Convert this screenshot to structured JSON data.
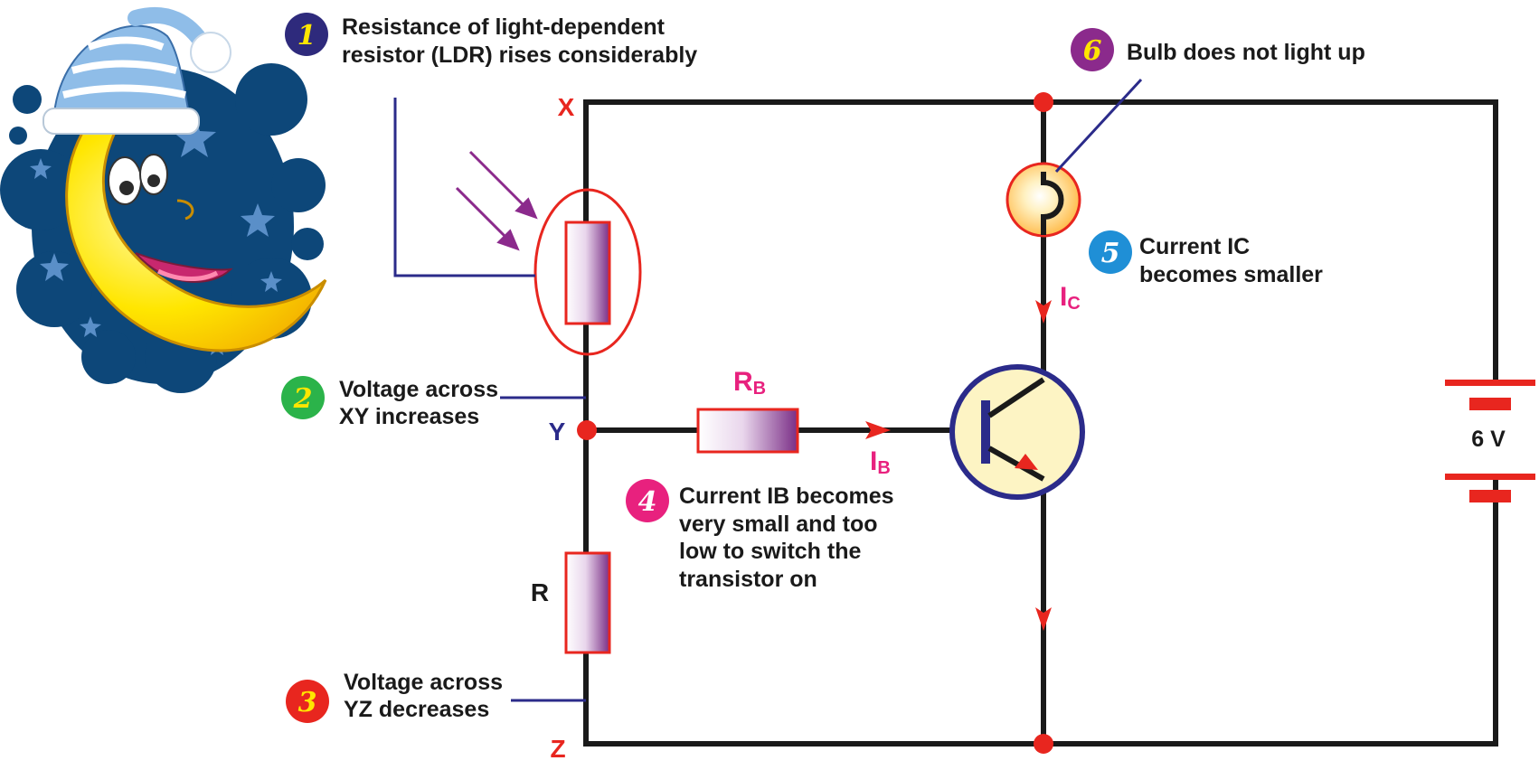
{
  "nodes": {
    "x": "X",
    "y": "Y",
    "z": "Z"
  },
  "components": {
    "rb_main": "R",
    "rb_sub": "B",
    "r": "R",
    "battery": "6 V"
  },
  "currents": {
    "ib_main": "I",
    "ib_sub": "B",
    "ic_main": "I",
    "ic_sub": "C"
  },
  "annotations": [
    {
      "number": "1",
      "lines": [
        "Resistance of light-dependent",
        "resistor (LDR) rises considerably"
      ],
      "color": "#2e2a7c"
    },
    {
      "number": "2",
      "lines": [
        "Voltage across",
        "XY increases"
      ],
      "color": "#2bb34a"
    },
    {
      "number": "3",
      "lines": [
        "Voltage across",
        "YZ decreases"
      ],
      "color": "#e8261f"
    },
    {
      "number": "4",
      "lines": [
        "Current IB becomes",
        "very small and too",
        "low to switch the",
        "transistor on"
      ],
      "color": "#e8217e"
    },
    {
      "number": "5",
      "lines": [
        "Current IC",
        "becomes smaller"
      ],
      "color": "#1f8fd6"
    },
    {
      "number": "6",
      "lines": [
        "Bulb does not light up"
      ],
      "color": "#8b2a8c"
    }
  ],
  "colors": {
    "wire": "#1a1a1a",
    "node_dot": "#e8261f",
    "resistor_outline": "#e8261f",
    "resistor_fill_dark": "#7a2e86",
    "current_arrow": "#e8261f",
    "current_label": "#e8217e",
    "leader_line": "#2b2b8a",
    "transistor_ring": "#2b2b8a",
    "transistor_fill": "#fdf4c4",
    "bulb_fill": "#ffd24a",
    "night_sky": "#0d4779",
    "moon": "#ffe600"
  },
  "icons": {
    "illustration": "sleeping-moon-icon",
    "light_rays": "light-ray-arrows-icon",
    "lamp": "light-bulb-icon",
    "transistor": "npn-transistor-icon",
    "battery": "battery-cell-icon"
  }
}
